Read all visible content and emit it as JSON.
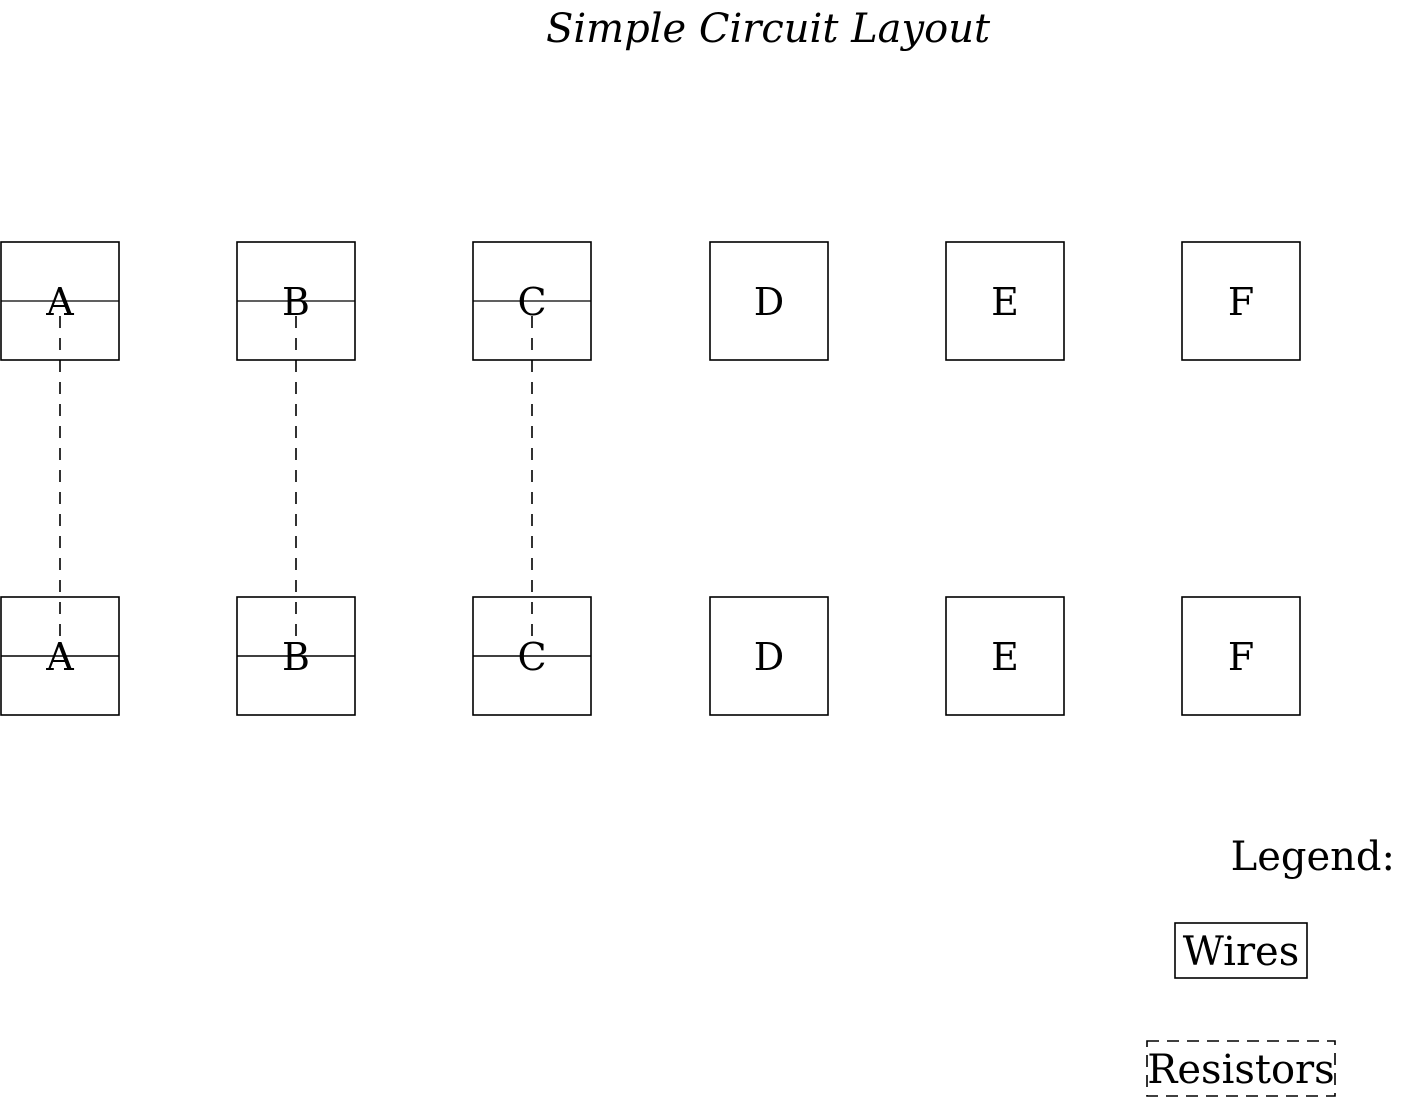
{
  "diagram": {
    "title": "Simple Circuit Layout",
    "top_row": [
      {
        "label": "A",
        "split": true
      },
      {
        "label": "B",
        "split": true
      },
      {
        "label": "C",
        "split": true
      },
      {
        "label": "D",
        "split": false
      },
      {
        "label": "E",
        "split": false
      },
      {
        "label": "F",
        "split": false
      }
    ],
    "bottom_row": [
      {
        "label": "A",
        "split": true
      },
      {
        "label": "B",
        "split": true
      },
      {
        "label": "C",
        "split": true
      },
      {
        "label": "D",
        "split": false
      },
      {
        "label": "E",
        "split": false
      },
      {
        "label": "F",
        "split": false
      }
    ],
    "connections": [
      {
        "from": "A",
        "to": "A",
        "style": "dashed"
      },
      {
        "from": "B",
        "to": "B",
        "style": "dashed"
      },
      {
        "from": "C",
        "to": "C",
        "style": "dashed"
      }
    ],
    "legend": {
      "title": "Legend:",
      "items": [
        {
          "label": "Wires",
          "style": "solid"
        },
        {
          "label": "Resistors",
          "style": "dashed"
        }
      ]
    },
    "colors": {
      "stroke": "#000000",
      "background": "#ffffff"
    }
  }
}
